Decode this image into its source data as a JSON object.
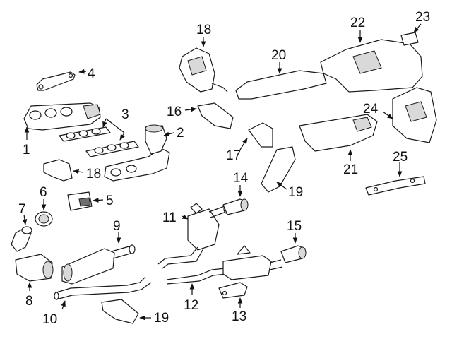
{
  "callouts": {
    "c1": "1",
    "c2": "2",
    "c3": "3",
    "c4": "4",
    "c5": "5",
    "c6": "6",
    "c7": "7",
    "c8": "8",
    "c9": "9",
    "c10": "10",
    "c11": "11",
    "c12": "12",
    "c13": "13",
    "c14": "14",
    "c15": "15",
    "c16": "16",
    "c17": "17",
    "c18a": "18",
    "c18b": "18",
    "c19a": "19",
    "c19b": "19",
    "c20": "20",
    "c21": "21",
    "c22": "22",
    "c23": "23",
    "c24": "24",
    "c25": "25"
  }
}
